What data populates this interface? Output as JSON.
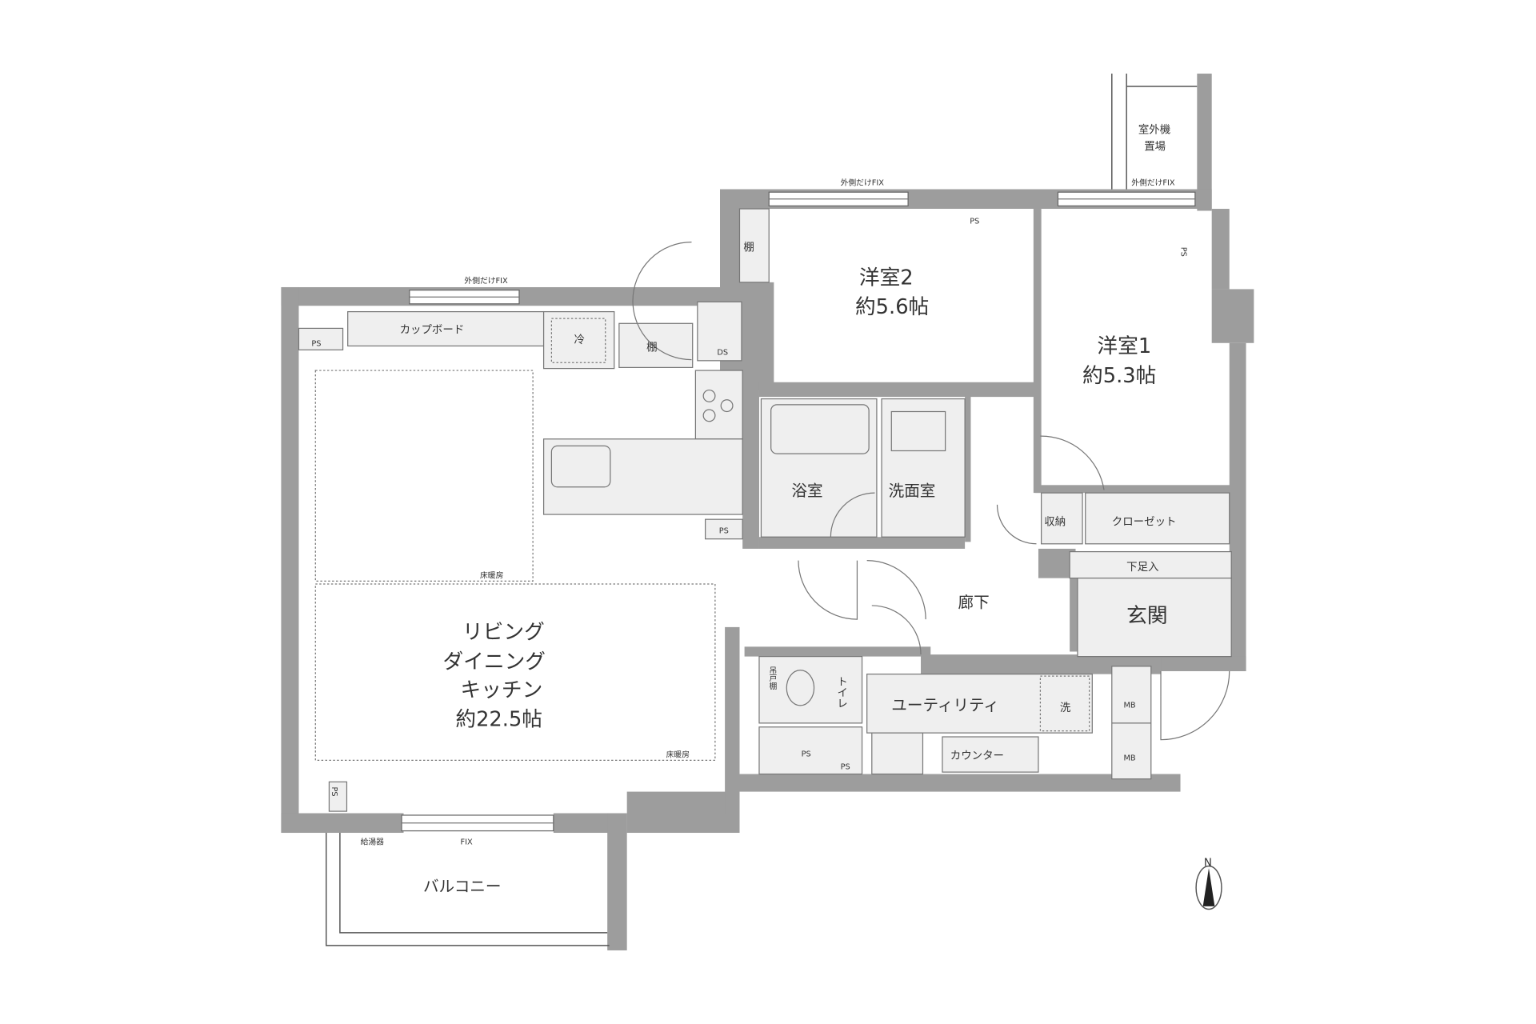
{
  "rooms": {
    "western2_name": "洋室2",
    "western2_size": "約5.6帖",
    "western1_name": "洋室1",
    "western1_size": "約5.3帖",
    "ldk_line1": "リビング",
    "ldk_line2": "ダイニング",
    "ldk_line3": "キッチン",
    "ldk_size": "約22.5帖",
    "bath": "浴室",
    "washroom": "洗面室",
    "corridor": "廊下",
    "entrance": "玄関",
    "toilet": "トイレ",
    "utility": "ユーティリティ",
    "balcony": "バルコニー",
    "outdoor_unit_line1": "室外機",
    "outdoor_unit_line2": "置場"
  },
  "fixtures": {
    "cupboard": "カップボード",
    "closet": "クローゼット",
    "storage": "収納",
    "shoe_cabinet": "下足入",
    "counter": "カウンター",
    "shelf": "棚",
    "fridge": "冷",
    "washer": "洗",
    "hanging_cabinet": "吊戸棚",
    "water_heater": "給湯器",
    "ps": "PS",
    "ds": "DS",
    "mb": "MB",
    "floor_heating": "床暖房",
    "outer_fix": "外側だけFIX",
    "fix": "FIX"
  },
  "compass": {
    "north": "N"
  },
  "colors": {
    "wall": "#9d9d9d",
    "wet_area": "#efefef"
  }
}
